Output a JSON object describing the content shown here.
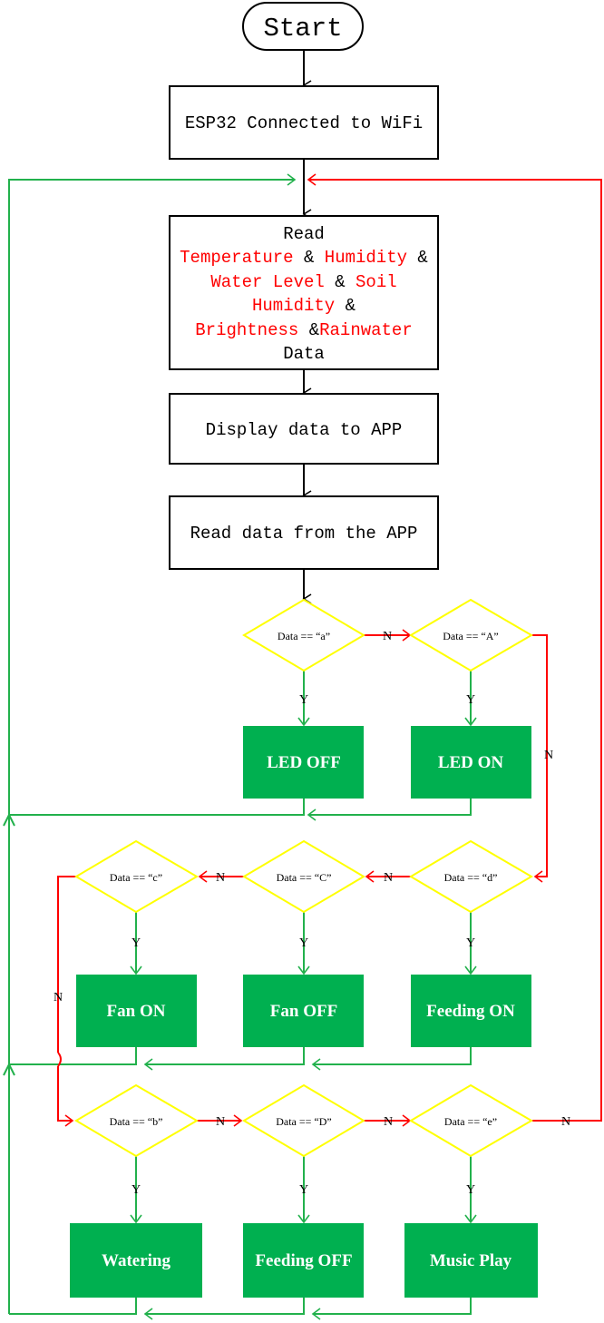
{
  "start": "Start",
  "connect": "ESP32 Connected to WiFi",
  "read": {
    "prefix": "Read",
    "temperature": "Temperature",
    "amp": "&",
    "humidity": "Humidity",
    "water_level": "Water Level",
    "soil": "Soil",
    "soil_humidity": "Humidity",
    "brightness": "Brightness",
    "rainwater": "Rainwater",
    "suffix": "Data"
  },
  "display": "Display data to APP",
  "read_app": "Read data from the APP",
  "decisions": {
    "a_lower": "Data ==  “a”",
    "a_upper": "Data ==  “A”",
    "c_lower": "Data ==  “c”",
    "c_upper": "Data ==  “C”",
    "d_lower": "Data ==  “d”",
    "b_lower": "Data ==  “b”",
    "d_upper": "Data ==  “D”",
    "e_lower": "Data ==  “e”"
  },
  "actions": {
    "led_off": "LED OFF",
    "led_on": "LED ON",
    "fan_on": "Fan ON",
    "fan_off": "Fan OFF",
    "feeding_on": "Feeding ON",
    "watering": "Watering",
    "feeding_off": "Feeding OFF",
    "music_play": "Music Play"
  },
  "labels": {
    "yes": "Y",
    "no": "N"
  },
  "colors": {
    "green_fill": "#00b050",
    "diamond_stroke": "#ffff00",
    "yes_line": "#22b14c",
    "no_line": "#ff0000",
    "sensor_text": "#ff0000"
  }
}
